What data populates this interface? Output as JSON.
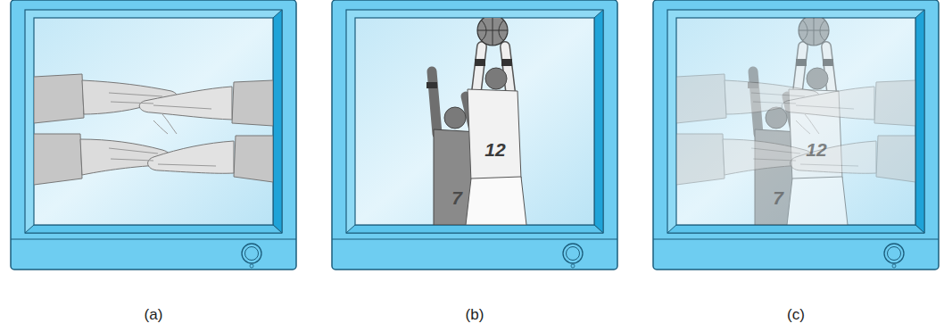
{
  "diagram": {
    "labels": [
      "(a)",
      "(b)",
      "(c)",
      "7",
      "12",
      "7",
      "12"
    ]
  }
}
